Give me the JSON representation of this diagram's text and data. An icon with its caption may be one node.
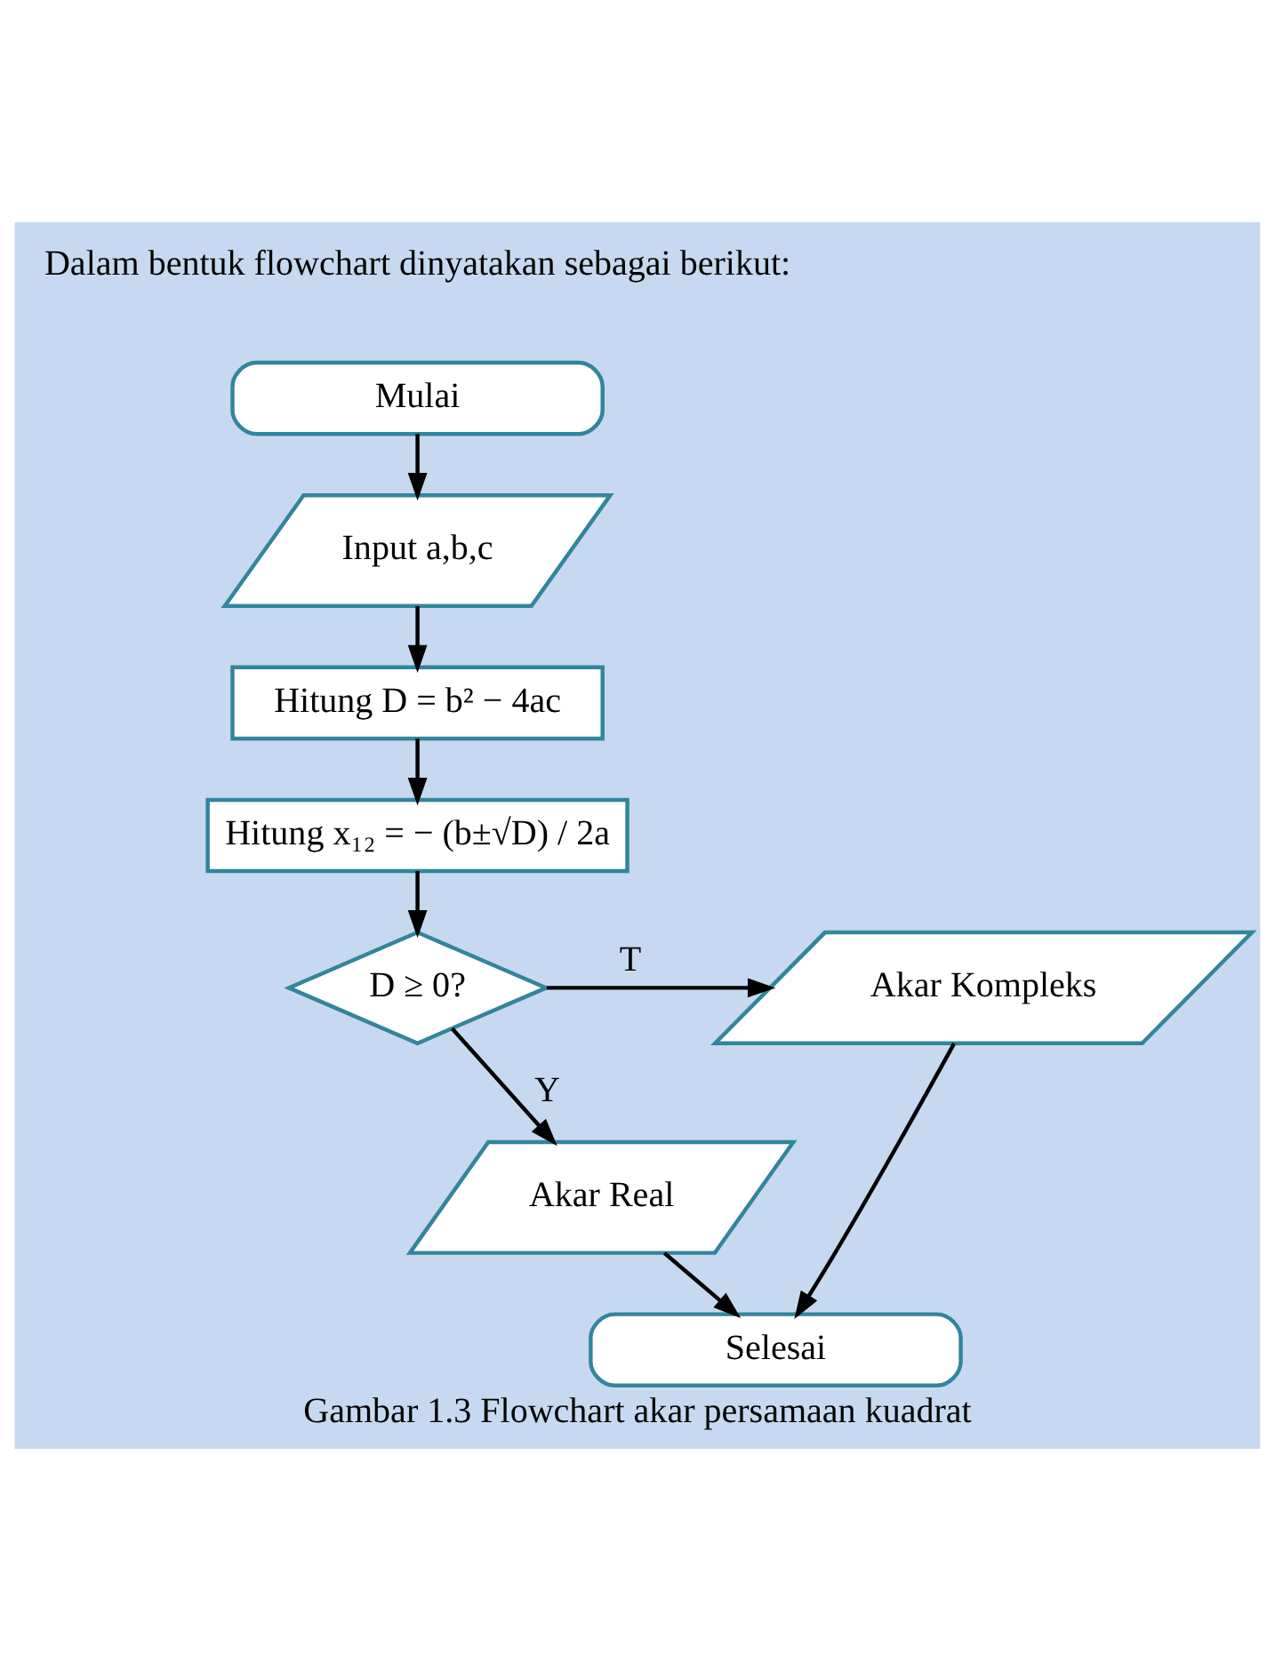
{
  "diagram": {
    "title": "Dalam bentuk flowchart dinyatakan sebagai berikut:",
    "caption": "Gambar 1.3 Flowchart akar persamaan kuadrat",
    "nodes": [
      {
        "text": [
          "Mulai"
        ]
      },
      {
        "text": [
          "Input a,b,c"
        ]
      },
      {
        "text": [
          "Hitung D = b² − 4ac"
        ]
      },
      {
        "text": [
          "Hitung x₁₂ = − (b±√D) / 2a"
        ]
      },
      {
        "text": [
          "D ≥ 0?"
        ]
      },
      {
        "text": [
          "Akar Kompleks"
        ]
      },
      {
        "text": [
          "Akar Real"
        ]
      },
      {
        "text": [
          "Selesai"
        ]
      }
    ],
    "edges": [
      {
        "from": 0,
        "to": 1,
        "arrow": "to"
      },
      {
        "from": 1,
        "to": 2,
        "arrow": "to"
      },
      {
        "from": 2,
        "to": 3,
        "arrow": "to"
      },
      {
        "from": 3,
        "to": 4,
        "arrow": "to"
      },
      {
        "from": 4,
        "to": 5,
        "arrow": "to",
        "label": "T"
      },
      {
        "from": 4,
        "to": 6,
        "arrow": "to",
        "label": "Y"
      },
      {
        "from": 6,
        "to": 7,
        "arrow": "to"
      },
      {
        "from": 5,
        "to": 7,
        "arrow": "to"
      }
    ]
  }
}
